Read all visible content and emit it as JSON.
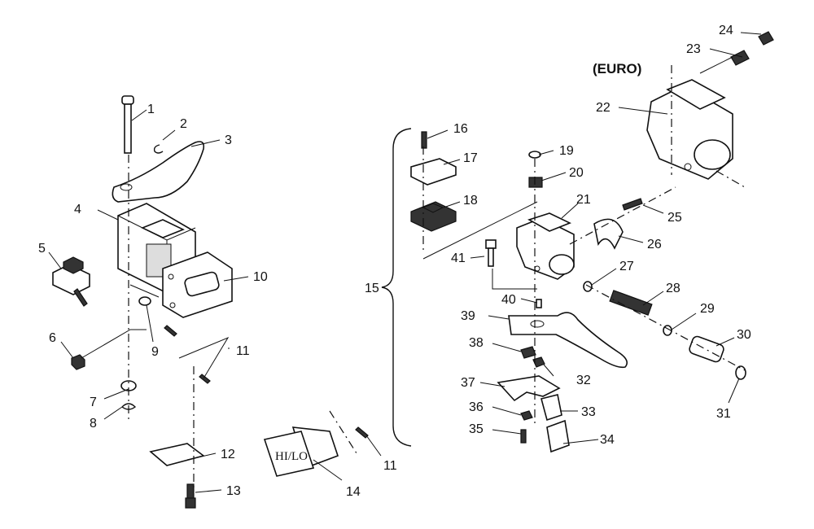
{
  "variant_label": "(EURO)",
  "switch_label": "HI/LO",
  "group_bracket_label": "15",
  "callouts": [
    {
      "id": "c1",
      "text": "1"
    },
    {
      "id": "c2",
      "text": "2"
    },
    {
      "id": "c3",
      "text": "3"
    },
    {
      "id": "c4",
      "text": "4"
    },
    {
      "id": "c5",
      "text": "5"
    },
    {
      "id": "c6",
      "text": "6"
    },
    {
      "id": "c7",
      "text": "7"
    },
    {
      "id": "c8",
      "text": "8"
    },
    {
      "id": "c9",
      "text": "9"
    },
    {
      "id": "c10",
      "text": "10"
    },
    {
      "id": "c11a",
      "text": "11"
    },
    {
      "id": "c11b",
      "text": "11"
    },
    {
      "id": "c12",
      "text": "12"
    },
    {
      "id": "c13",
      "text": "13"
    },
    {
      "id": "c14",
      "text": "14"
    },
    {
      "id": "c16",
      "text": "16"
    },
    {
      "id": "c17",
      "text": "17"
    },
    {
      "id": "c18",
      "text": "18"
    },
    {
      "id": "c19",
      "text": "19"
    },
    {
      "id": "c20",
      "text": "20"
    },
    {
      "id": "c21",
      "text": "21"
    },
    {
      "id": "c22",
      "text": "22"
    },
    {
      "id": "c23",
      "text": "23"
    },
    {
      "id": "c24",
      "text": "24"
    },
    {
      "id": "c25",
      "text": "25"
    },
    {
      "id": "c26",
      "text": "26"
    },
    {
      "id": "c27",
      "text": "27"
    },
    {
      "id": "c28",
      "text": "28"
    },
    {
      "id": "c29",
      "text": "29"
    },
    {
      "id": "c30",
      "text": "30"
    },
    {
      "id": "c31",
      "text": "31"
    },
    {
      "id": "c32",
      "text": "32"
    },
    {
      "id": "c33",
      "text": "33"
    },
    {
      "id": "c34",
      "text": "34"
    },
    {
      "id": "c35",
      "text": "35"
    },
    {
      "id": "c36",
      "text": "36"
    },
    {
      "id": "c37",
      "text": "37"
    },
    {
      "id": "c38",
      "text": "38"
    },
    {
      "id": "c39",
      "text": "39"
    },
    {
      "id": "c40",
      "text": "40"
    },
    {
      "id": "c41",
      "text": "41"
    }
  ]
}
